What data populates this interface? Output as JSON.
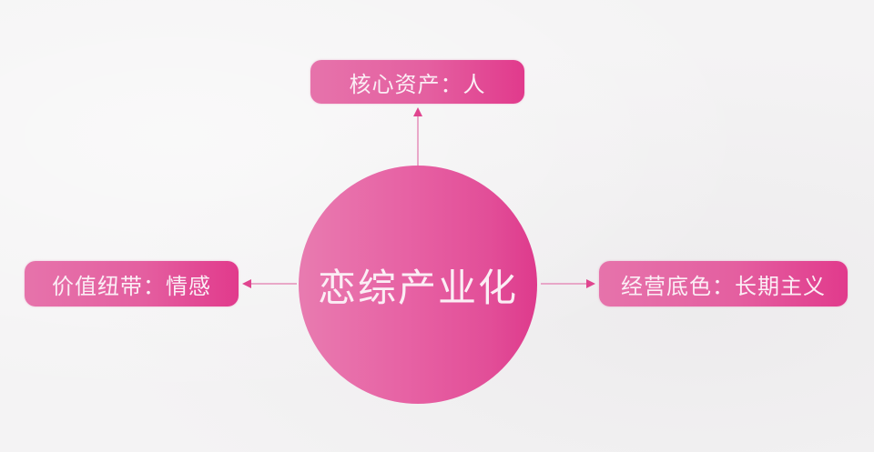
{
  "diagram": {
    "type": "hub-and-spoke",
    "center": {
      "label": "恋综产业化"
    },
    "nodes": [
      {
        "position": "top",
        "label": "核心资产：人"
      },
      {
        "position": "left",
        "label": "价值纽带：情感"
      },
      {
        "position": "right",
        "label": "经营底色：长期主义"
      }
    ],
    "edges": [
      {
        "from": "center",
        "to": "top",
        "direction": "outward-arrow"
      },
      {
        "from": "center",
        "to": "left",
        "direction": "outward-arrow"
      },
      {
        "from": "center",
        "to": "right",
        "direction": "outward-arrow"
      }
    ],
    "colors": {
      "accent": "#e4569d",
      "accent_dark": "#de3a8c",
      "accent_light": "#e87bb0",
      "text": "#fbeef5",
      "background": "#f4f3f4"
    }
  }
}
